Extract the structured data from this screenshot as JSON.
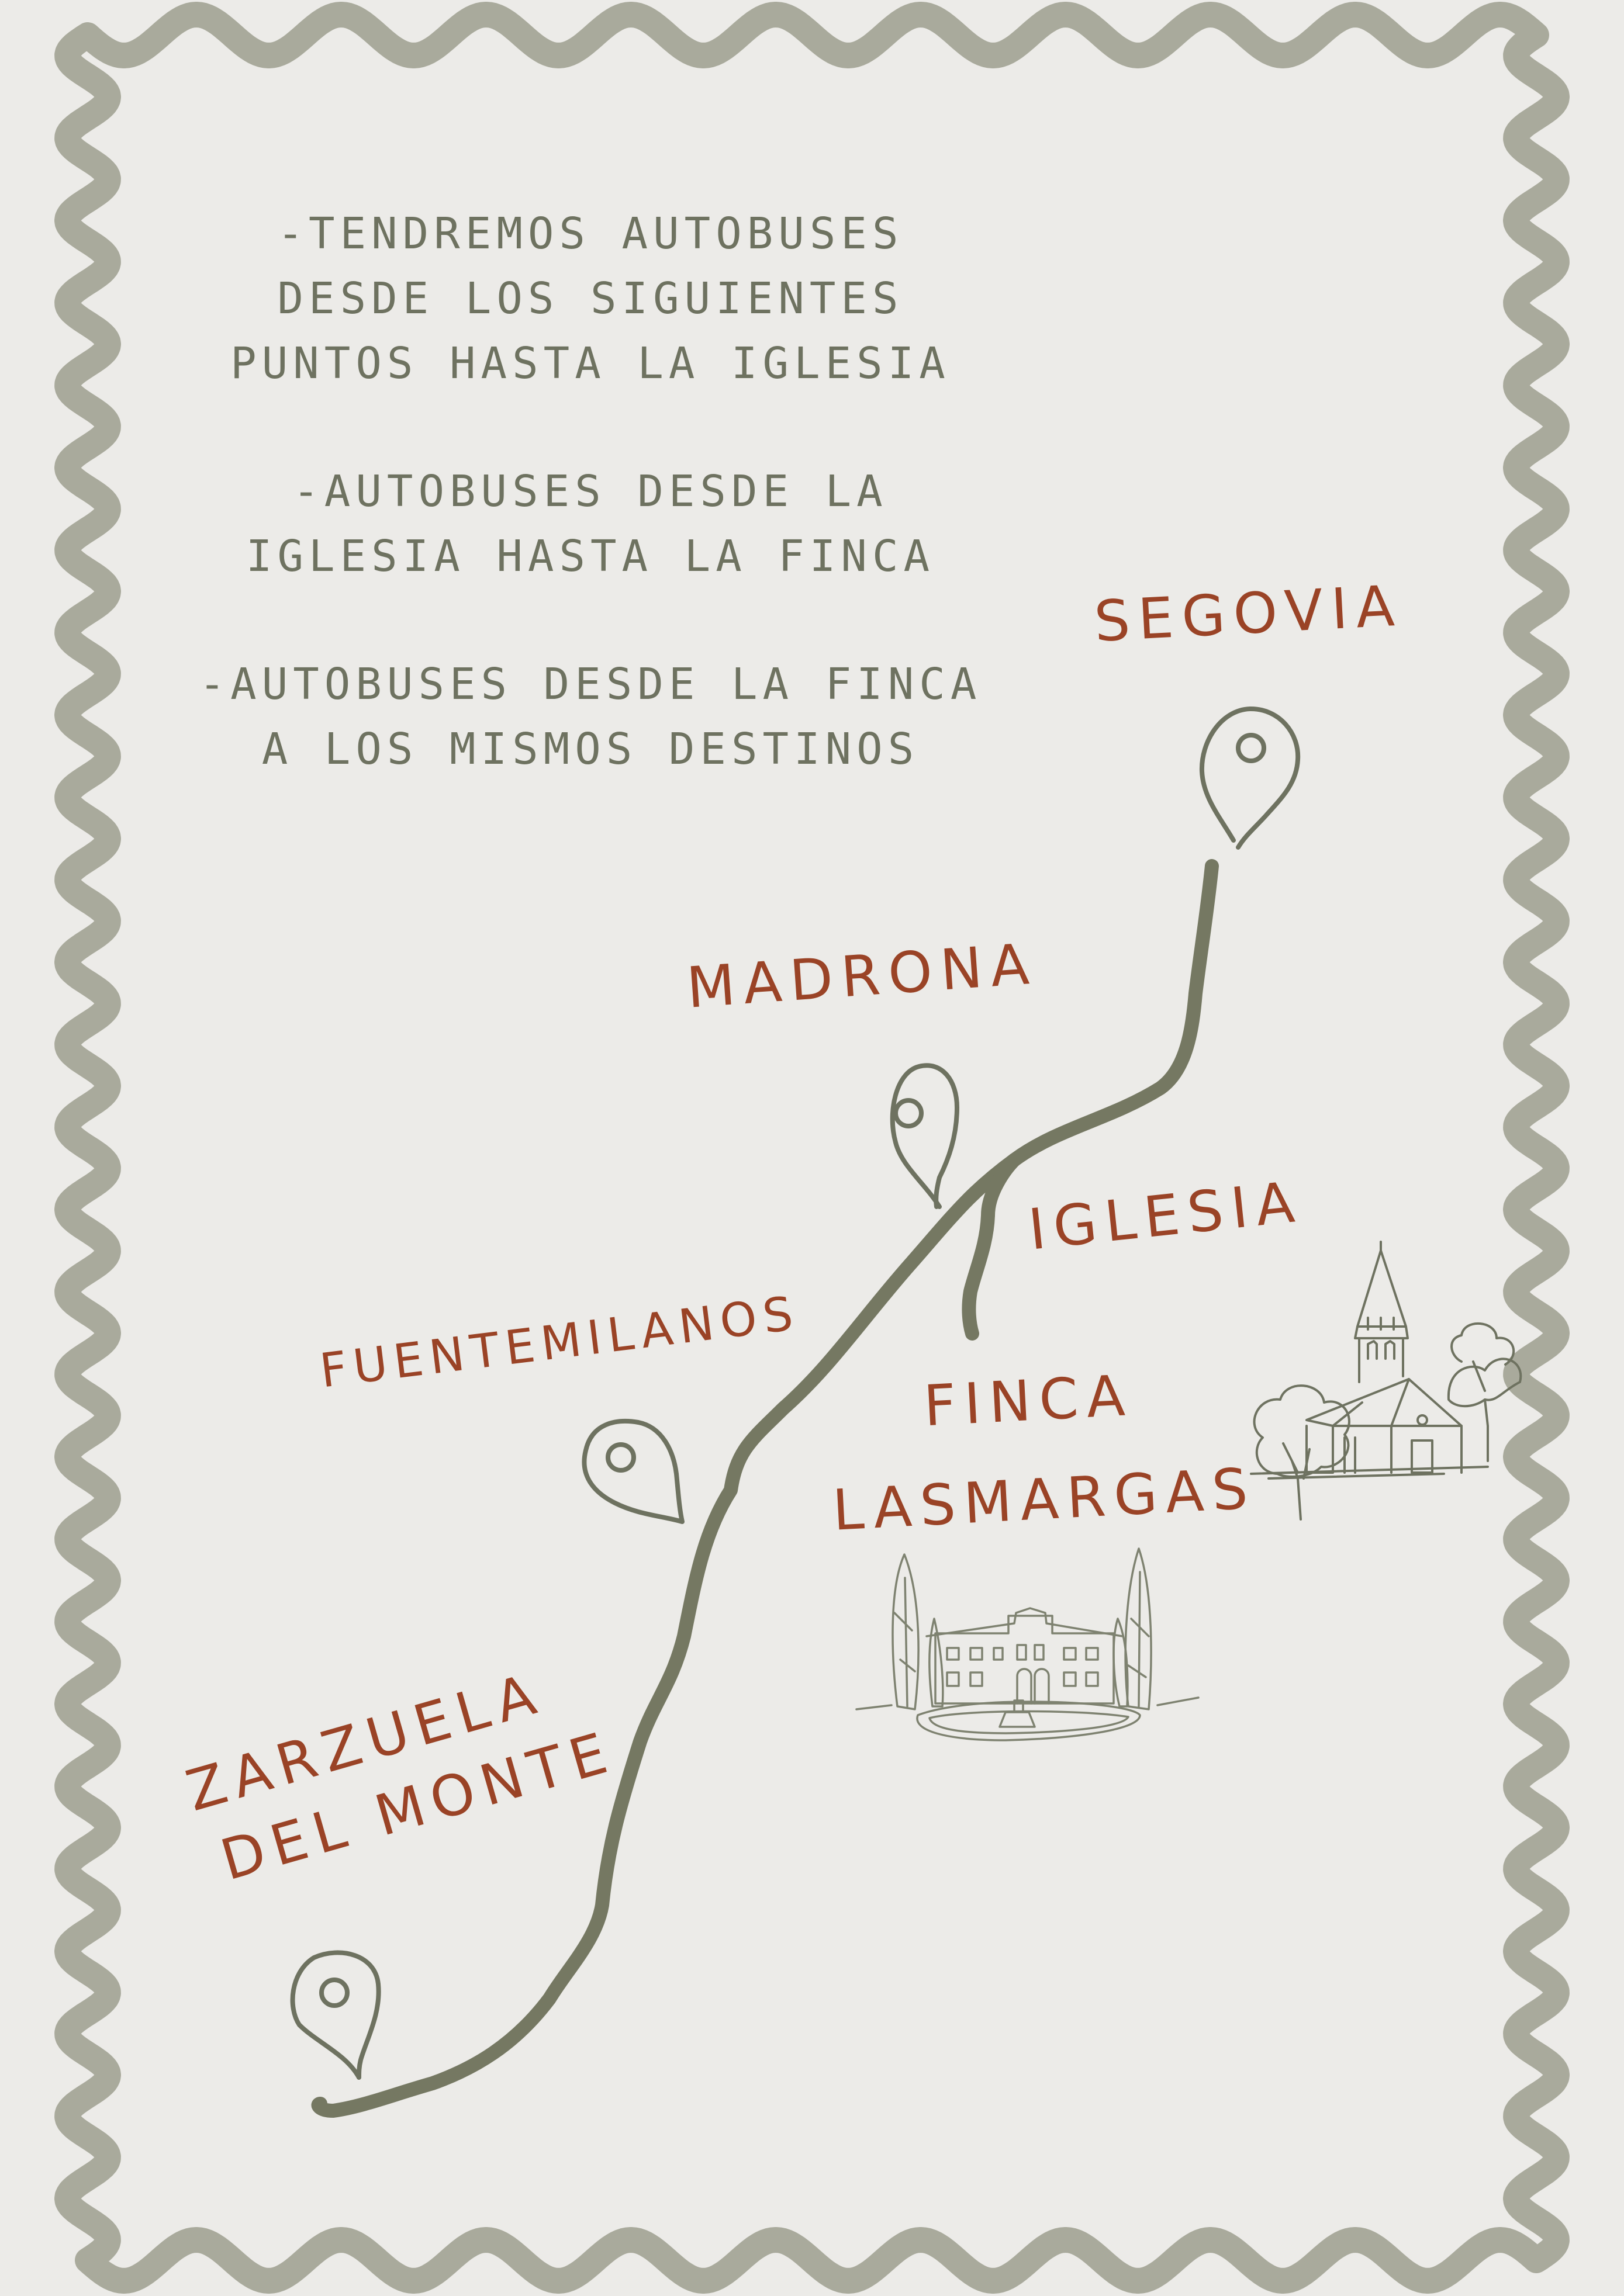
{
  "colors": {
    "background": "#ECEBE8",
    "frame": "#A9AA9C",
    "route": "#757862",
    "text": "#6E7260",
    "place_label": "#9A4326"
  },
  "info": [
    {
      "lines": [
        "-TENDREMOS AUTOBUSES",
        "DESDE LOS SIGUIENTES",
        "PUNTOS HASTA LA IGLESIA"
      ]
    },
    {
      "lines": [
        "-AUTOBUSES DESDE LA",
        "IGLESIA HASTA LA FINCA"
      ]
    },
    {
      "lines": [
        "-AUTOBUSES DESDE LA FINCA",
        "A LOS MISMOS DESTINOS"
      ]
    }
  ],
  "places": {
    "segovia": {
      "lines": [
        "SEGOVIA"
      ],
      "icon": "map-pin-icon"
    },
    "madrona": {
      "lines": [
        "MADRONA"
      ],
      "icon": "map-pin-icon"
    },
    "iglesia": {
      "lines": [
        "IGLESIA"
      ],
      "icon": "church-illustration"
    },
    "fuentemilanos": {
      "lines": [
        "FUENTEMILANOS"
      ],
      "icon": "map-pin-icon"
    },
    "finca": {
      "lines": [
        "FINCA",
        "LASMARGAS"
      ],
      "icon": "villa-illustration"
    },
    "zarzuela": {
      "lines": [
        "ZARZUELA",
        "DEL MONTE"
      ],
      "icon": "map-pin-icon"
    }
  }
}
